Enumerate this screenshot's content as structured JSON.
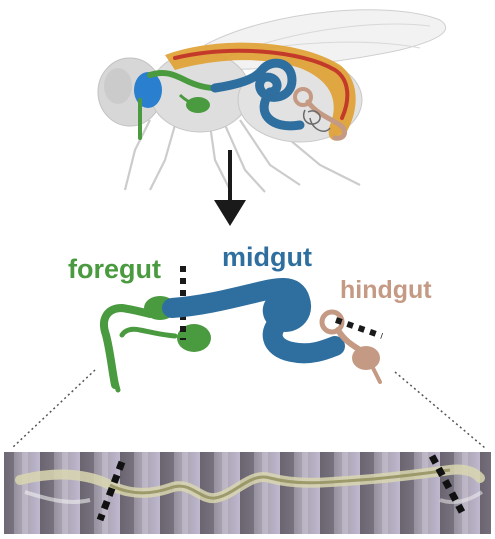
{
  "labels": {
    "foregut": "foregut",
    "midgut": "midgut",
    "hindgut": "hindgut"
  },
  "colors": {
    "foregut": "#4a9a3f",
    "midgut": "#2f6f9f",
    "hindgut": "#c59a84",
    "crop": "#2b7fcf",
    "fat_body": "#e0a030",
    "dorsal_vessel": "#c43a2a",
    "fly_body": "#d9d9d9",
    "arrow": "#1a1a1a"
  },
  "icons": {
    "fly": "fly-anatomy-illustration",
    "arrow": "down-arrow-icon",
    "micrograph": "dissected-gut-micrograph"
  }
}
